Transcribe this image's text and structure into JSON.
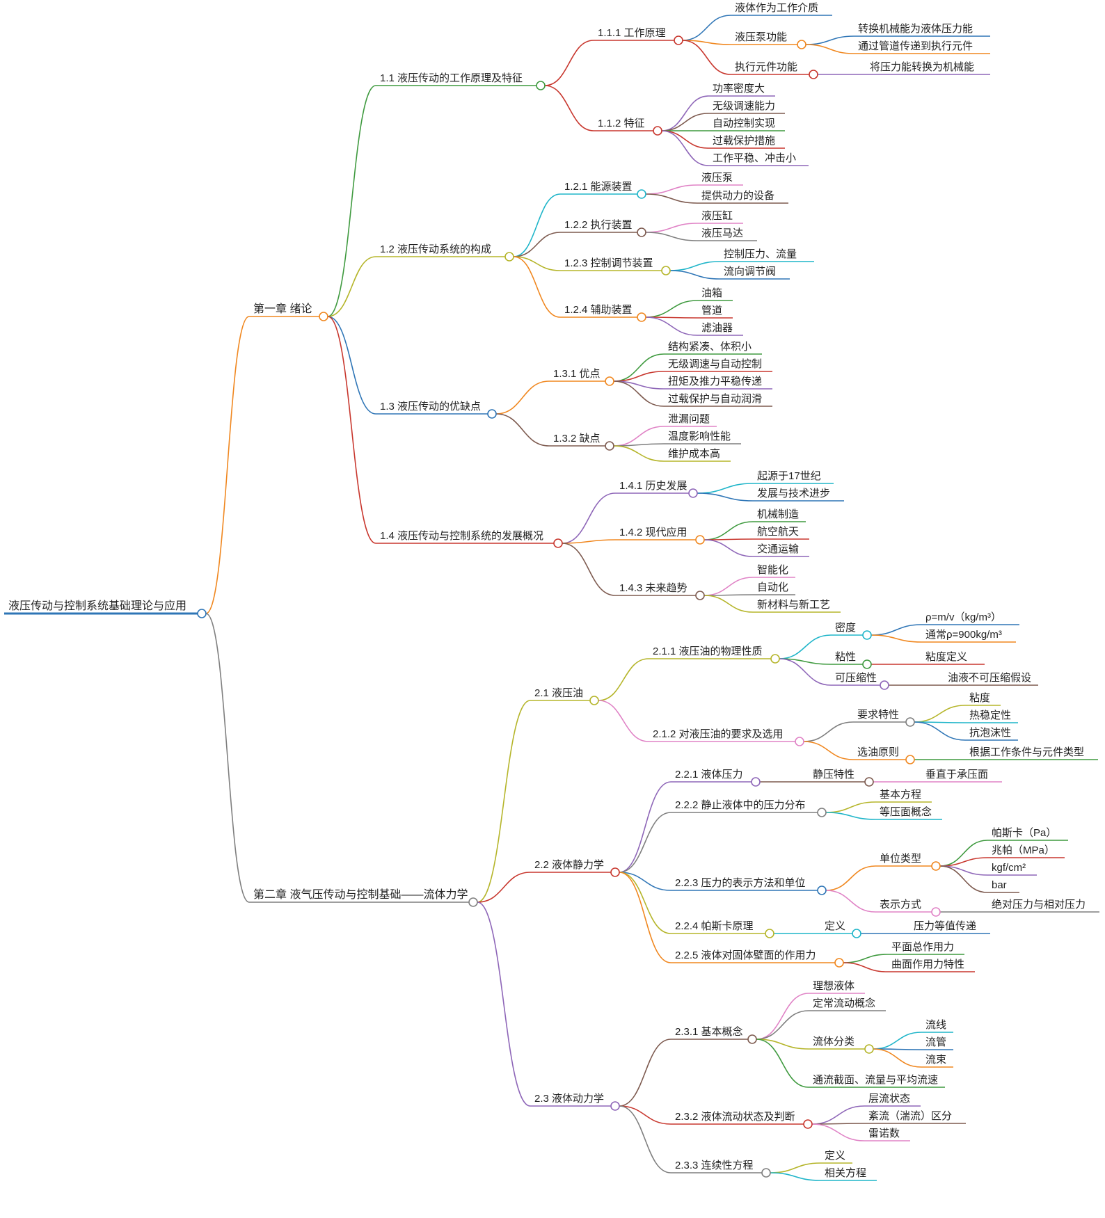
{
  "root": {
    "text": "液压传动与控制系统基础理论与应用",
    "color": "#2e75b6",
    "children": [
      {
        "text": "第一章 绪论",
        "color": "#f0871f",
        "children": [
          {
            "text": "1.1 液压传动的工作原理及特征",
            "color": "#3f9a3f",
            "children": [
              {
                "text": "1.1.1 工作原理",
                "color": "#c8372e",
                "children": [
                  {
                    "text": "液体作为工作介质",
                    "color": "#2e75b6"
                  },
                  {
                    "text": "液压泵功能",
                    "color": "#f0871f",
                    "children": [
                      {
                        "text": "转换机械能为液体压力能",
                        "color": "#2e75b6"
                      },
                      {
                        "text": "通过管道传递到执行元件",
                        "color": "#f0871f"
                      }
                    ]
                  },
                  {
                    "text": "执行元件功能",
                    "color": "#c8372e",
                    "children": [
                      {
                        "text": "将压力能转换为机械能",
                        "color": "#8e66b8"
                      }
                    ]
                  }
                ]
              },
              {
                "text": "1.1.2 特征",
                "color": "#c8372e",
                "children": [
                  {
                    "text": "功率密度大",
                    "color": "#8e66b8"
                  },
                  {
                    "text": "无级调速能力",
                    "color": "#7d5a4f"
                  },
                  {
                    "text": "自动控制实现",
                    "color": "#3f9a3f"
                  },
                  {
                    "text": "过载保护措施",
                    "color": "#c8372e"
                  },
                  {
                    "text": "工作平稳、冲击小",
                    "color": "#8e66b8"
                  }
                ]
              }
            ]
          },
          {
            "text": "1.2 液压传动系统的构成",
            "color": "#b5b52a",
            "children": [
              {
                "text": "1.2.1 能源装置",
                "color": "#1fb5c9",
                "children": [
                  {
                    "text": "液压泵",
                    "color": "#e083c6"
                  },
                  {
                    "text": "提供动力的设备",
                    "color": "#7d5a4f"
                  }
                ]
              },
              {
                "text": "1.2.2 执行装置",
                "color": "#7d5a4f",
                "children": [
                  {
                    "text": "液压缸",
                    "color": "#e083c6"
                  },
                  {
                    "text": "液压马达",
                    "color": "#7f7f7f"
                  }
                ]
              },
              {
                "text": "1.2.3 控制调节装置",
                "color": "#b5b52a",
                "children": [
                  {
                    "text": "控制压力、流量",
                    "color": "#1fb5c9"
                  },
                  {
                    "text": "流向调节阀",
                    "color": "#2e75b6"
                  }
                ]
              },
              {
                "text": "1.2.4 辅助装置",
                "color": "#f0871f",
                "children": [
                  {
                    "text": "油箱",
                    "color": "#3f9a3f"
                  },
                  {
                    "text": "管道",
                    "color": "#c8372e"
                  },
                  {
                    "text": "滤油器",
                    "color": "#8e66b8"
                  }
                ]
              }
            ]
          },
          {
            "text": "1.3 液压传动的优缺点",
            "color": "#2e75b6",
            "children": [
              {
                "text": "1.3.1 优点",
                "color": "#f0871f",
                "children": [
                  {
                    "text": "结构紧凑、体积小",
                    "color": "#3f9a3f"
                  },
                  {
                    "text": "无级调速与自动控制",
                    "color": "#c8372e"
                  },
                  {
                    "text": "扭矩及推力平稳传递",
                    "color": "#8e66b8"
                  },
                  {
                    "text": "过载保护与自动润滑",
                    "color": "#7d5a4f"
                  }
                ]
              },
              {
                "text": "1.3.2 缺点",
                "color": "#7d5a4f",
                "children": [
                  {
                    "text": "泄漏问题",
                    "color": "#e083c6"
                  },
                  {
                    "text": "温度影响性能",
                    "color": "#7f7f7f"
                  },
                  {
                    "text": "维护成本高",
                    "color": "#b5b52a"
                  }
                ]
              }
            ]
          },
          {
            "text": "1.4 液压传动与控制系统的发展概况",
            "color": "#c8372e",
            "children": [
              {
                "text": "1.4.1 历史发展",
                "color": "#8e66b8",
                "children": [
                  {
                    "text": "起源于17世纪",
                    "color": "#1fb5c9"
                  },
                  {
                    "text": "发展与技术进步",
                    "color": "#2e75b6"
                  }
                ]
              },
              {
                "text": "1.4.2 现代应用",
                "color": "#f0871f",
                "children": [
                  {
                    "text": "机械制造",
                    "color": "#3f9a3f"
                  },
                  {
                    "text": "航空航天",
                    "color": "#c8372e"
                  },
                  {
                    "text": "交通运输",
                    "color": "#8e66b8"
                  }
                ]
              },
              {
                "text": "1.4.3 未来趋势",
                "color": "#7d5a4f",
                "children": [
                  {
                    "text": "智能化",
                    "color": "#e083c6"
                  },
                  {
                    "text": "自动化",
                    "color": "#7f7f7f"
                  },
                  {
                    "text": "新材料与新工艺",
                    "color": "#b5b52a"
                  }
                ]
              }
            ]
          }
        ]
      },
      {
        "text": "第二章 液气压传动与控制基础——流体力学",
        "color": "#7f7f7f",
        "children": [
          {
            "text": "2.1 液压油",
            "color": "#b5b52a",
            "children": [
              {
                "text": "2.1.1 液压油的物理性质",
                "color": "#b5b52a",
                "children": [
                  {
                    "text": "密度",
                    "color": "#1fb5c9",
                    "children": [
                      {
                        "text": "ρ=m/v（kg/m³）",
                        "color": "#2e75b6"
                      },
                      {
                        "text": "通常ρ=900kg/m³",
                        "color": "#f0871f"
                      }
                    ]
                  },
                  {
                    "text": "粘性",
                    "color": "#3f9a3f",
                    "children": [
                      {
                        "text": "粘度定义",
                        "color": "#c8372e"
                      }
                    ]
                  },
                  {
                    "text": "可压缩性",
                    "color": "#8e66b8",
                    "children": [
                      {
                        "text": "油液不可压缩假设",
                        "color": "#7d5a4f"
                      }
                    ]
                  }
                ]
              },
              {
                "text": "2.1.2 对液压油的要求及选用",
                "color": "#e083c6",
                "children": [
                  {
                    "text": "要求特性",
                    "color": "#7f7f7f",
                    "children": [
                      {
                        "text": "粘度",
                        "color": "#b5b52a"
                      },
                      {
                        "text": "热稳定性",
                        "color": "#1fb5c9"
                      },
                      {
                        "text": "抗泡沫性",
                        "color": "#2e75b6"
                      }
                    ]
                  },
                  {
                    "text": "选油原则",
                    "color": "#f0871f",
                    "children": [
                      {
                        "text": "根据工作条件与元件类型",
                        "color": "#3f9a3f"
                      }
                    ]
                  }
                ]
              }
            ]
          },
          {
            "text": "2.2 液体静力学",
            "color": "#c8372e",
            "children": [
              {
                "text": "2.2.1 液体压力",
                "color": "#8e66b8",
                "children": [
                  {
                    "text": "静压特性",
                    "color": "#7d5a4f",
                    "children": [
                      {
                        "text": "垂直于承压面",
                        "color": "#e083c6"
                      }
                    ]
                  }
                ]
              },
              {
                "text": "2.2.2 静止液体中的压力分布",
                "color": "#7f7f7f",
                "children": [
                  {
                    "text": "基本方程",
                    "color": "#b5b52a"
                  },
                  {
                    "text": "等压面概念",
                    "color": "#1fb5c9"
                  }
                ]
              },
              {
                "text": "2.2.3 压力的表示方法和单位",
                "color": "#2e75b6",
                "children": [
                  {
                    "text": "单位类型",
                    "color": "#f0871f",
                    "children": [
                      {
                        "text": "帕斯卡（Pa）",
                        "color": "#3f9a3f"
                      },
                      {
                        "text": "兆帕（MPa）",
                        "color": "#c8372e"
                      },
                      {
                        "text": "kgf/cm²",
                        "color": "#8e66b8"
                      },
                      {
                        "text": "bar",
                        "color": "#7d5a4f"
                      }
                    ]
                  },
                  {
                    "text": "表示方式",
                    "color": "#e083c6",
                    "children": [
                      {
                        "text": "绝对压力与相对压力",
                        "color": "#7f7f7f"
                      }
                    ]
                  }
                ]
              },
              {
                "text": "2.2.4 帕斯卡原理",
                "color": "#b5b52a",
                "children": [
                  {
                    "text": "定义",
                    "color": "#1fb5c9",
                    "children": [
                      {
                        "text": "压力等值传递",
                        "color": "#2e75b6"
                      }
                    ]
                  }
                ]
              },
              {
                "text": "2.2.5 液体对固体壁面的作用力",
                "color": "#f0871f",
                "children": [
                  {
                    "text": "平面总作用力",
                    "color": "#3f9a3f"
                  },
                  {
                    "text": "曲面作用力特性",
                    "color": "#c8372e"
                  }
                ]
              }
            ]
          },
          {
            "text": "2.3 液体动力学",
            "color": "#8e66b8",
            "children": [
              {
                "text": "2.3.1 基本概念",
                "color": "#7d5a4f",
                "children": [
                  {
                    "text": "理想液体",
                    "color": "#e083c6"
                  },
                  {
                    "text": "定常流动概念",
                    "color": "#7f7f7f"
                  },
                  {
                    "text": "流体分类",
                    "color": "#b5b52a",
                    "children": [
                      {
                        "text": "流线",
                        "color": "#1fb5c9"
                      },
                      {
                        "text": "流管",
                        "color": "#2e75b6"
                      },
                      {
                        "text": "流束",
                        "color": "#f0871f"
                      }
                    ]
                  },
                  {
                    "text": "通流截面、流量与平均流速",
                    "color": "#3f9a3f"
                  }
                ]
              },
              {
                "text": "2.3.2 液体流动状态及判断",
                "color": "#c8372e",
                "children": [
                  {
                    "text": "层流状态",
                    "color": "#8e66b8"
                  },
                  {
                    "text": "紊流（湍流）区分",
                    "color": "#7d5a4f"
                  },
                  {
                    "text": "雷诺数",
                    "color": "#e083c6"
                  }
                ]
              },
              {
                "text": "2.3.3 连续性方程",
                "color": "#7f7f7f",
                "children": [
                  {
                    "text": "定义",
                    "color": "#b5b52a"
                  },
                  {
                    "text": "相关方程",
                    "color": "#1fb5c9"
                  }
                ]
              }
            ]
          }
        ]
      }
    ]
  }
}
